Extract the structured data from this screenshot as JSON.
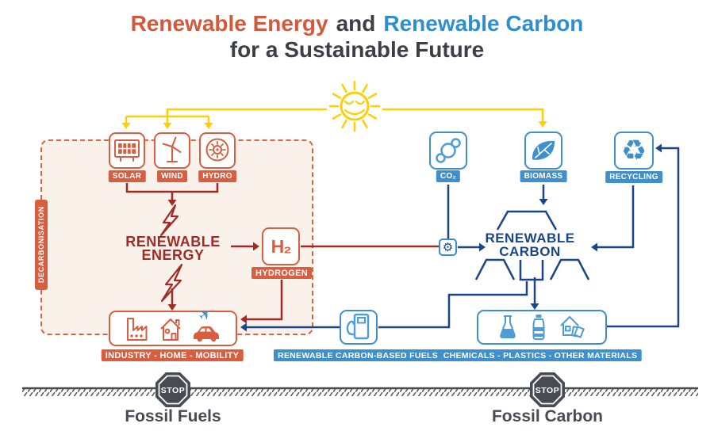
{
  "title": {
    "part1": "Renewable Energy",
    "part2": "and",
    "part3": "Renewable Carbon",
    "line2": "for a Sustainable Future"
  },
  "colors": {
    "orange": "#D95E3F",
    "dark_red": "#9E2B25",
    "blue": "#3E8FCC",
    "light_blue": "#4D9DD8",
    "dark_blue": "#1A4689",
    "yellow": "#FFCF05",
    "dark_gray": "#474B54",
    "zone_fill": "#FBF1EB"
  },
  "energy_side": {
    "decarbonisation_label": "DECARBONISATION",
    "sources": [
      {
        "label": "SOLAR",
        "icon": "solar-panel-icon"
      },
      {
        "label": "WIND",
        "icon": "wind-turbine-icon"
      },
      {
        "label": "HYDRO",
        "icon": "hydro-turbine-icon"
      }
    ],
    "renewable_energy": {
      "line1": "RENEWABLE",
      "line2": "ENERGY"
    },
    "hydrogen": {
      "symbol": "H₂",
      "label": "HYDROGEN"
    },
    "industry": {
      "label": "INDUSTRY - HOME - MOBILITY",
      "icons": [
        "factory-icon",
        "home-icon",
        "car-icon",
        "plane-icon"
      ]
    }
  },
  "carbon_side": {
    "inputs": [
      {
        "label": "CO₂",
        "icon": "co2-molecule-icon"
      },
      {
        "label": "BIOMASS",
        "icon": "leaf-icon"
      },
      {
        "label": "RECYCLING",
        "icon": "recycling-arrows-icon"
      }
    ],
    "renewable_carbon": {
      "line1": "RENEWABLE",
      "line2": "CARBON"
    },
    "fuels": {
      "label": "RENEWABLE CARBON-BASED FUELS",
      "icon": "fuel-pump-icon"
    },
    "materials": {
      "label": "CHEMICALS - PLASTICS - OTHER MATERIALS",
      "icons": [
        "flask-icon",
        "bottle-icon",
        "house-materials-icon"
      ]
    }
  },
  "glyphs": {
    "recycling": "♻",
    "gear": "⚙",
    "plane": "✈"
  },
  "ground": {
    "stop_label": "STOP",
    "left_label": "Fossil Fuels",
    "right_label": "Fossil Carbon"
  }
}
